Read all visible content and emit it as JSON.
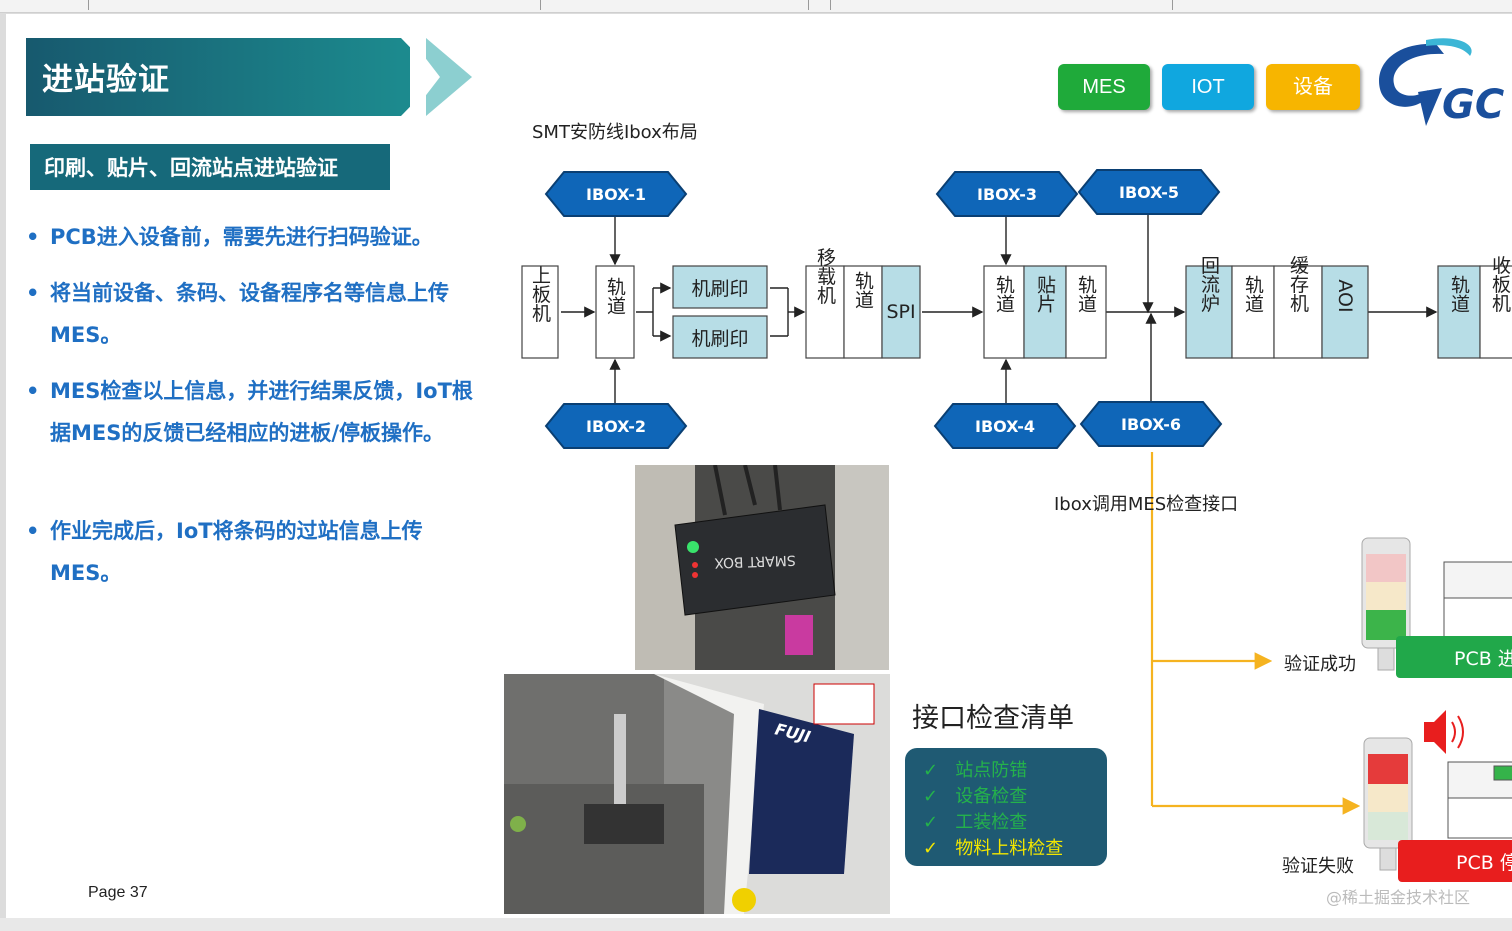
{
  "title": "进站验证",
  "subtitle": "印刷、贴片、回流站点进站验证",
  "bullets": [
    "PCB进入设备前，需要先进行扫码验证。",
    "将当前设备、条码、设备程序名等信息上传MES。",
    "MES检查以上信息，并进行结果反馈，IoT根据MES的反馈已经相应的进板/停板操作。",
    "作业完成后，IoT将条码的过站信息上传MES。"
  ],
  "bullet_marker": "•",
  "page_label": "Page 37",
  "badges": [
    {
      "label": "MES",
      "color": "#1faa3a"
    },
    {
      "label": "IOT",
      "color": "#10a7df"
    },
    {
      "label": "设备",
      "color": "#f7b500"
    }
  ],
  "logo_text": "GC",
  "diagram": {
    "caption": "SMT安防线Ibox布局",
    "ibox": [
      "IBOX-1",
      "IBOX-2",
      "IBOX-3",
      "IBOX-4",
      "IBOX-5",
      "IBOX-6"
    ],
    "machines": {
      "loader": "上板机",
      "track": "轨道",
      "printer": "机刷印",
      "transfer": "移载机",
      "spi": "SPI",
      "placement": "贴片",
      "reflow": "回流炉",
      "buffer": "缓存机",
      "aoi": "AOI",
      "unloader": "收板机"
    },
    "interface_caption": "Ibox调用MES检查接口"
  },
  "results": {
    "success_label": "验证成功",
    "fail_label": "验证失败",
    "success_pcb": "PCB 进",
    "fail_pcb": "PCB 停"
  },
  "checklist": {
    "title": "接口检查清单",
    "check_mark": "✓",
    "items": [
      "站点防错",
      "设备检查",
      "工装检查",
      "物料上料检查"
    ]
  },
  "photos": {
    "smartbox_text": "SMART BOX",
    "machine_brand": "FUJI"
  },
  "watermark": "@稀土掘金技术社区",
  "colors": {
    "title_band": "#17596e",
    "bullet_text": "#1f6fc3",
    "ibox_fill": "#0f66b8",
    "highlight_box": "#b7dde6",
    "arrow_orange": "#f5b320",
    "checklist_bg": "#1f5a73",
    "check_green": "#24b24b",
    "check_yellow": "#f2e600"
  }
}
